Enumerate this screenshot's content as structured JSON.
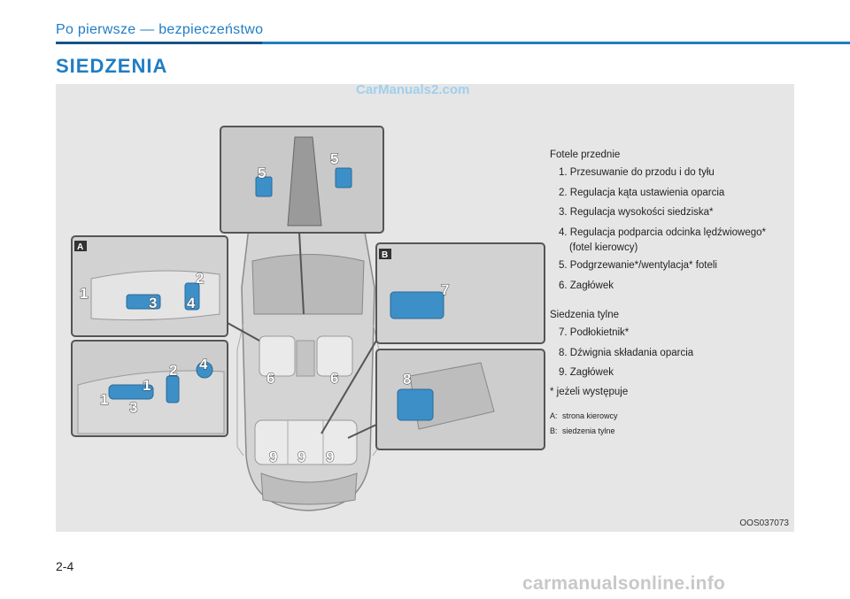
{
  "header": {
    "section": "Po pierwsze — bezpieczeństwo",
    "title": "SIEDZENIA"
  },
  "watermark_top": "CarManuals2.com",
  "figure": {
    "image_code": "OOS037073",
    "inset_labels": {
      "a": "A",
      "b": "B"
    },
    "callouts": [
      "1",
      "1",
      "2",
      "2",
      "3",
      "3",
      "4",
      "4",
      "5",
      "5",
      "6",
      "6",
      "7",
      "8",
      "9",
      "9",
      "9"
    ]
  },
  "legend": {
    "front_heading": "Fotele przednie",
    "front_items": [
      "1. Przesuwanie do przodu i do tyłu",
      "2. Regulacja kąta ustawienia oparcia",
      "3. Regulacja wysokości siedziska*",
      "4. Regulacja podparcia odcinka lędźwiowego*",
      "5. Podgrzewanie*/wentylacja* foteli",
      "6. Zagłówek"
    ],
    "front_item4_cont": "(fotel kierowcy)",
    "rear_heading": "Siedzenia tylne",
    "rear_items": [
      "7. Podłokietnik*",
      "8. Dźwignia składania oparcia",
      "9. Zagłówek"
    ],
    "note": "* jeżeli występuje",
    "key_a": "strona kierowcy",
    "key_b": "siedzenia tylne",
    "key_a_letter": "A:",
    "key_b_letter": "B:"
  },
  "page_number": "2-4",
  "watermark_bottom": "carmanualsonline.info",
  "colors": {
    "accent": "#1f7dc4",
    "accent_dark": "#15548a",
    "panel": "#e6e6e6",
    "highlight": "#3d8fc7"
  }
}
